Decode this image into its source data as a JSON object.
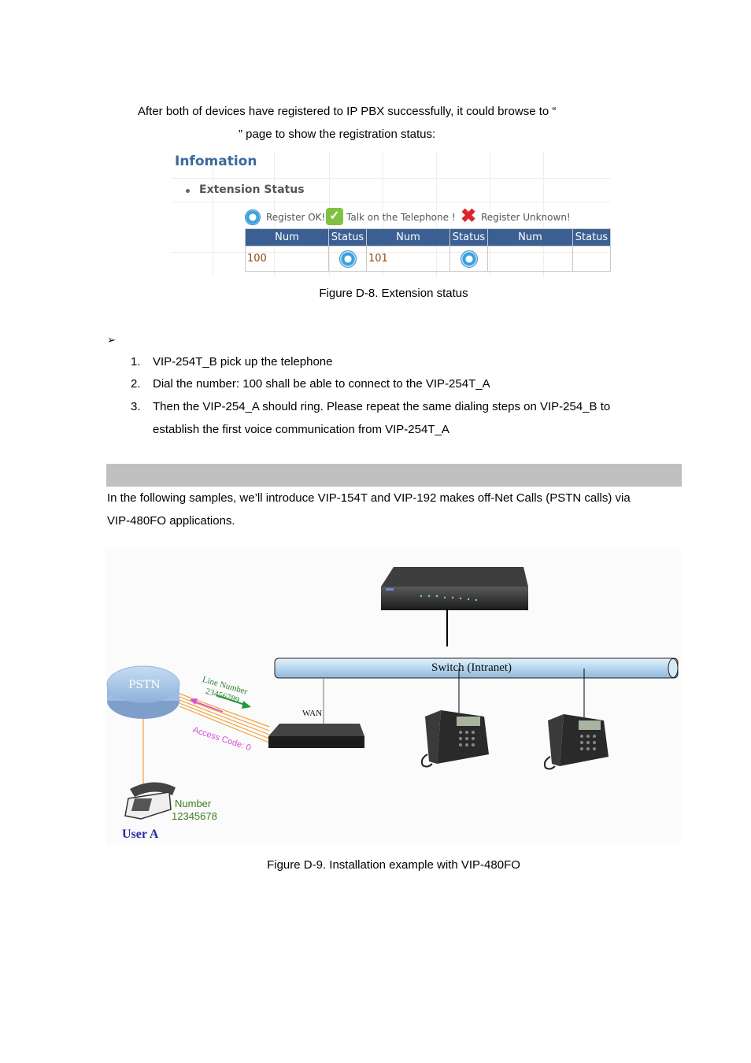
{
  "intro": {
    "line1": "After both of devices have registered to IP PBX successfully, it could browse to “",
    "line2": "” page to show the registration status:"
  },
  "screenshot": {
    "title": "Infomation",
    "section": "Extension Status",
    "legend": {
      "register_ok": "Register OK!",
      "talk": "Talk on the Telephone !",
      "unknown": "Register Unknown!"
    },
    "table": {
      "headers": [
        "Num",
        "Status",
        "Num",
        "Status",
        "Num",
        "Status"
      ],
      "row": [
        "100",
        "",
        "101",
        "",
        "",
        ""
      ]
    }
  },
  "figure8_caption": "Figure D-8. Extension status",
  "steps": [
    {
      "num": "1.",
      "text": "VIP-254T_B pick up the telephone"
    },
    {
      "num": "2.",
      "text": "Dial the number: 100 shall be able to connect to the VIP-254T_A"
    },
    {
      "num": "3.",
      "text": "Then the VIP-254_A should ring. Please repeat the same dialing steps on VIP-254_B to"
    },
    {
      "num": "",
      "text": "establish the first voice communication from VIP-254T_A"
    }
  ],
  "para": {
    "line1": "In the following samples, we’ll introduce VIP-154T and VIP-192 makes off-Net Calls (PSTN calls) via",
    "line2": "VIP-480FO applications."
  },
  "diagram": {
    "pstn": "PSTN",
    "switch": "Switch (Intranet)",
    "line_number_label": "Line Number",
    "line_number": "23456789",
    "access_code": "Access Code: 0",
    "wan": "WAN",
    "number_label": "Number",
    "number": "12345678",
    "user": "User A"
  },
  "figure9_caption": "Figure D-9. Installation example with VIP-480FO"
}
